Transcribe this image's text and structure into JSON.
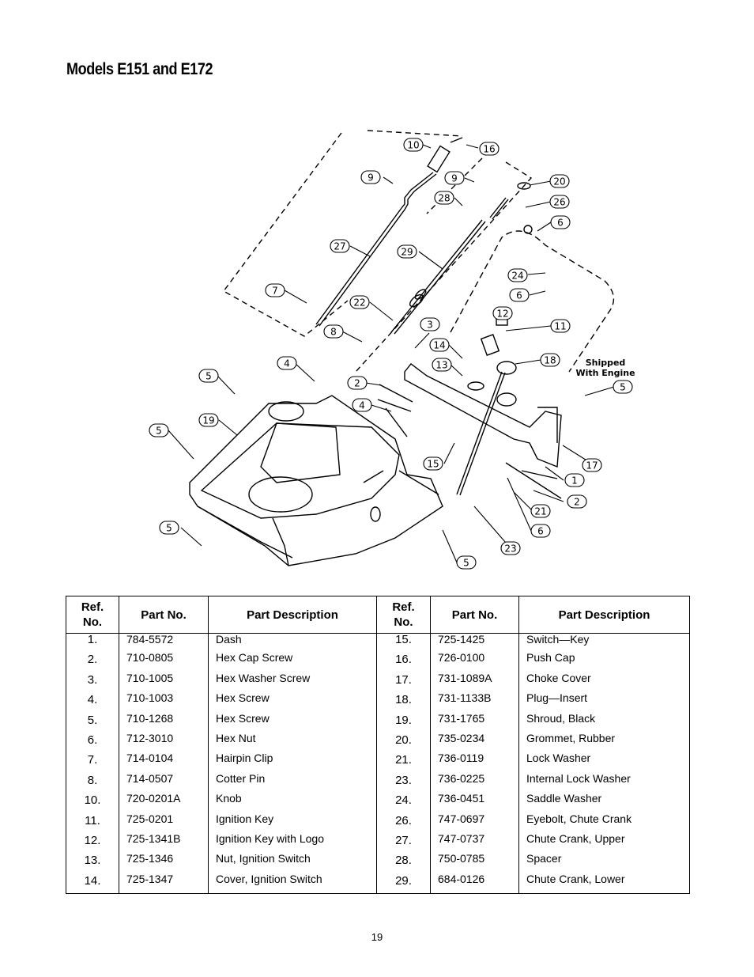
{
  "page": {
    "title": "Models E151 and E172",
    "page_number": "19"
  },
  "diagram": {
    "callouts": [
      "10",
      "16",
      "9",
      "9",
      "28",
      "20",
      "26",
      "6",
      "27",
      "29",
      "24",
      "6",
      "7",
      "22",
      "3",
      "12",
      "11",
      "8",
      "14",
      "18",
      "13",
      "4",
      "5",
      "2",
      "5",
      "4",
      "19",
      "5",
      "15",
      "17",
      "1",
      "2",
      "21",
      "6",
      "23",
      "5",
      "5"
    ],
    "note_line1": "Shipped",
    "note_line2": "With Engine"
  },
  "table": {
    "headers": [
      "Ref.\nNo.",
      "Part No.",
      "Part Description",
      "Ref.\nNo.",
      "Part No.",
      "Part Description"
    ],
    "rows": [
      [
        "1.",
        "784-5572",
        "Dash",
        "15.",
        "725-1425",
        "Switch—Key"
      ],
      [
        "2.",
        "710-0805",
        "Hex  Cap Screw",
        "16.",
        "726-0100",
        "Push Cap"
      ],
      [
        "3.",
        "710-1005",
        "Hex Washer Screw",
        "17.",
        "731-1089A",
        "Choke Cover"
      ],
      [
        "4.",
        "710-1003",
        "Hex Screw",
        "18.",
        "731-1133B",
        "Plug—Insert"
      ],
      [
        "5.",
        "710-1268",
        "Hex Screw",
        "19.",
        "731-1765",
        "Shroud, Black"
      ],
      [
        "6.",
        "712-3010",
        "Hex Nut",
        "20.",
        "735-0234",
        "Grommet, Rubber"
      ],
      [
        "7.",
        "714-0104",
        "Hairpin Clip",
        "21.",
        "736-0119",
        "Lock Washer"
      ],
      [
        "8.",
        "714-0507",
        "Cotter Pin",
        "23.",
        "736-0225",
        "Internal Lock Washer"
      ],
      [
        "10.",
        "720-0201A",
        "Knob",
        "24.",
        "736-0451",
        "Saddle Washer"
      ],
      [
        "11.",
        "725-0201",
        "Ignition Key",
        "26.",
        "747-0697",
        "Eyebolt, Chute Crank"
      ],
      [
        "12.",
        "725-1341B",
        "Ignition Key with Logo",
        "27.",
        "747-0737",
        "Chute Crank, Upper"
      ],
      [
        "13.",
        "725-1346",
        "Nut, Ignition Switch",
        "28.",
        "750-0785",
        "Spacer"
      ],
      [
        "14.",
        "725-1347",
        "Cover, Ignition Switch",
        "29.",
        "684-0126",
        "Chute Crank, Lower"
      ]
    ]
  }
}
